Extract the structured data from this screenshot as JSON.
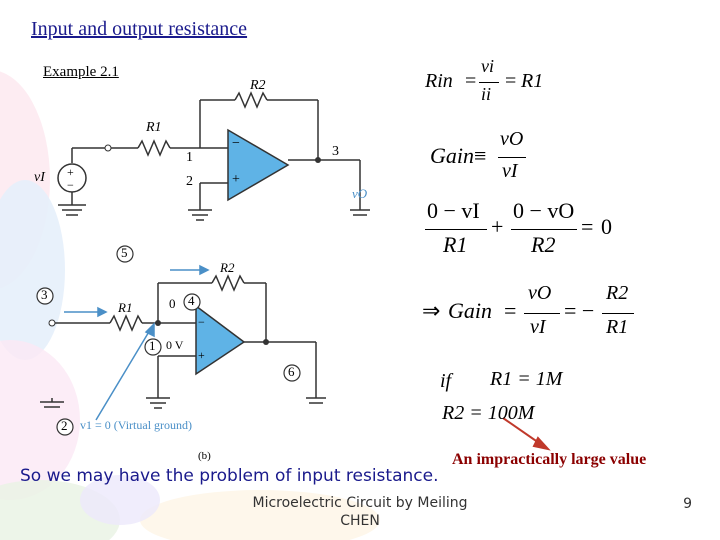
{
  "slide": {
    "title": "Input and output resistance",
    "example": "Example 2.1",
    "conclusion": "So we may have the problem of input resistance.",
    "annotation": "An impractically large value",
    "footer_line1": "Microelectric Circuit by Meiling",
    "footer_line2": "CHEN",
    "page_number": "9"
  },
  "circuit_a": {
    "r2": "R2",
    "r1": "R1",
    "node1": "1",
    "node2": "2",
    "node3": "3",
    "source": "vI",
    "output": "vO",
    "minus": "−",
    "plus": "+"
  },
  "circuit_b": {
    "step1": "1",
    "step2": "2",
    "step3": "3",
    "step4": "4",
    "step5": "5",
    "step6": "6",
    "r1": "R1",
    "r2": "R2",
    "zero": "0",
    "zero_v": "0 V",
    "step2_text": "v1 = 0  (Virtual ground)",
    "caption": "(b)"
  },
  "equations": {
    "rin_lhs": "Rin",
    "rin_num": "vi",
    "rin_den": "ii",
    "rin_rhs": "R1",
    "gain_lhs": "Gain",
    "gain_num": "vO",
    "gain_den": "vI",
    "kcl_num1": "0 − vI",
    "kcl_den1": "R1",
    "kcl_num2": "0 − vO",
    "kcl_den2": "R2",
    "kcl_rhs": "0",
    "result_num1": "vO",
    "result_den1": "vI",
    "result_num2": "R2",
    "result_den2": "R1",
    "if_word": "if",
    "r1_value": "R1 = 1M",
    "r2_value": "R2 = 100M"
  },
  "colors": {
    "title": "#1a1a8c",
    "annotation": "#8b0000",
    "arrow": "#c0392b",
    "opamp_fill": "#5fb3e6",
    "circuit_accent": "#4a8fc7"
  }
}
